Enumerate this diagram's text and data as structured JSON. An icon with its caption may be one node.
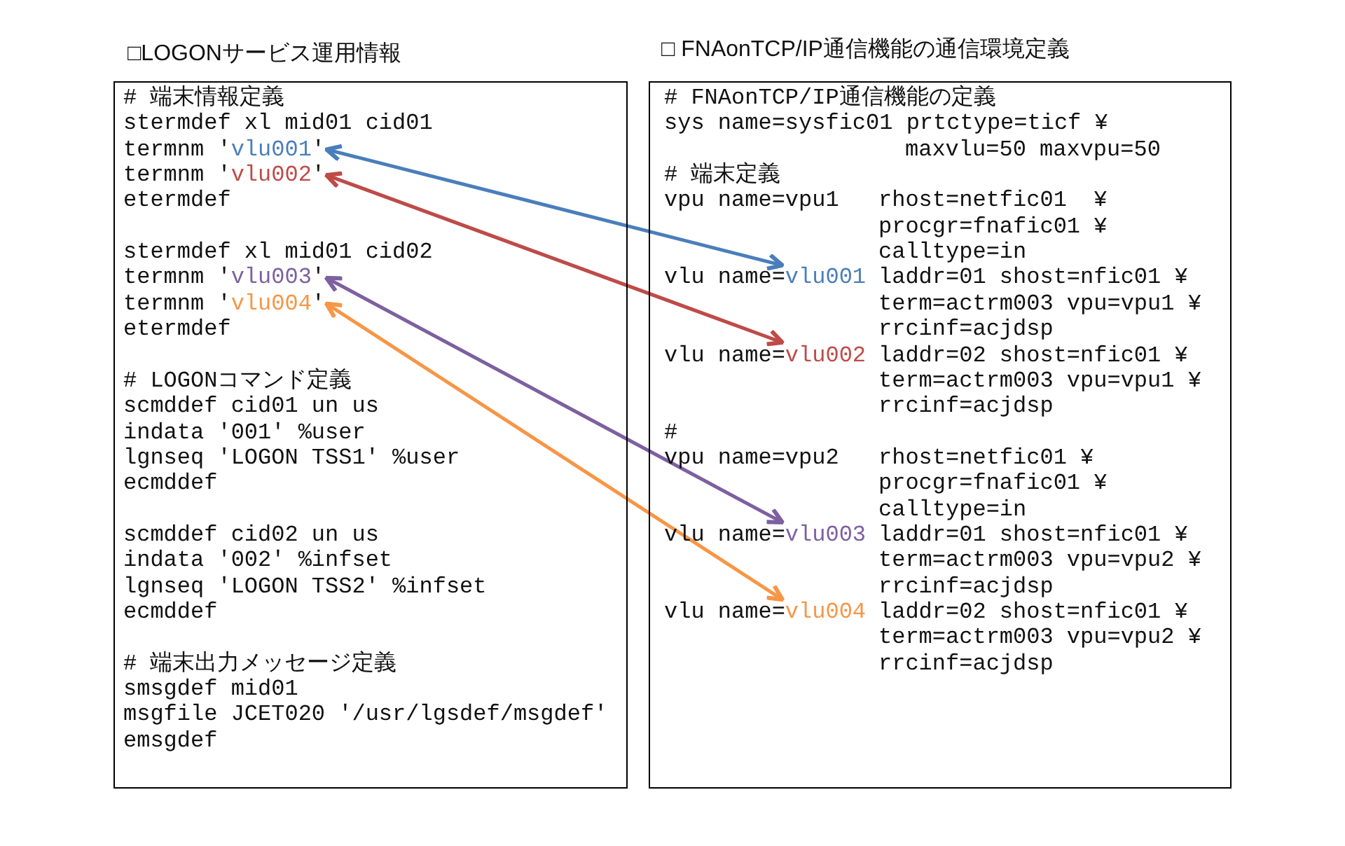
{
  "diagram": {
    "nodes": [
      {
        "text": [
          "□LOGONサービス運用情報",
          "# 端末情報定義",
          "stermdef xl mid01 cid01",
          "etermdef",
          "stermdef xl mid01 cid02",
          "etermdef",
          "# LOGONコマンド定義",
          "scmddef cid01 un us",
          "indata '001' %user",
          "lgnseq 'LOGON TSS1' %user",
          "ecmddef",
          "scmddef cid02 un us",
          "indata '002' %infset",
          "lgnseq 'LOGON TSS2' %infset",
          "ecmddef",
          "# 端末出力メッセージ定義",
          "smsgdef mid01",
          "msgfile JCET020 '/usr/lgsdef/msgdef'",
          "emsgdef"
        ]
      },
      {
        "text": [
          "termnm '",
          "vlu001",
          "'"
        ],
        "in": 0
      },
      {
        "text": [
          "termnm '",
          "vlu002",
          "'"
        ],
        "in": 0
      },
      {
        "text": [
          "termnm '",
          "vlu003",
          "'"
        ],
        "in": 0
      },
      {
        "text": [
          "termnm '",
          "vlu004",
          "'"
        ],
        "in": 0
      },
      {
        "text": [
          "□ FNAonTCP/IP通信機能の通信環境定義",
          "# FNAonTCP/IP通信機能の定義",
          "sys name=sysfic01 prtctype=ticf ¥",
          "maxvlu=50 maxvpu=50",
          "# 端末定義",
          "vpu name=vpu1",
          "rhost=netfic01  ¥",
          "procgr=fnafic01 ¥",
          "calltype=in",
          "laddr=01 shost=nfic01 ¥",
          "term=actrm003 vpu=vpu1 ¥",
          "rrcinf=acjdsp",
          "laddr=02 shost=nfic01 ¥",
          "term=actrm003 vpu=vpu1 ¥",
          "rrcinf=acjdsp",
          "#",
          "vpu name=vpu2",
          "rhost=netfic01 ¥",
          "procgr=fnafic01 ¥",
          "calltype=in",
          "laddr=01 shost=nfic01 ¥",
          "term=actrm003 vpu=vpu2 ¥",
          "rrcinf=acjdsp",
          "laddr=02 shost=nfic01 ¥",
          "term=actrm003 vpu=vpu2 ¥",
          "rrcinf=acjdsp"
        ]
      },
      {
        "text": [
          "vlu name=",
          "vlu001"
        ],
        "in": 5
      },
      {
        "text": [
          "vlu name=",
          "vlu002"
        ],
        "in": 5
      },
      {
        "text": [
          "vlu name=",
          "vlu003"
        ],
        "in": 5
      },
      {
        "text": [
          "vlu name=",
          "vlu004"
        ],
        "in": 5
      }
    ],
    "edges": [
      {
        "from": 1,
        "to": 6,
        "arrow": "both",
        "color": "#4a7ebb"
      },
      {
        "from": 2,
        "to": 7,
        "arrow": "both",
        "color": "#be4b48"
      },
      {
        "from": 3,
        "to": 8,
        "arrow": "both",
        "color": "#7d60a0"
      },
      {
        "from": 4,
        "to": 9,
        "arrow": "both",
        "color": "#f79646"
      }
    ]
  }
}
